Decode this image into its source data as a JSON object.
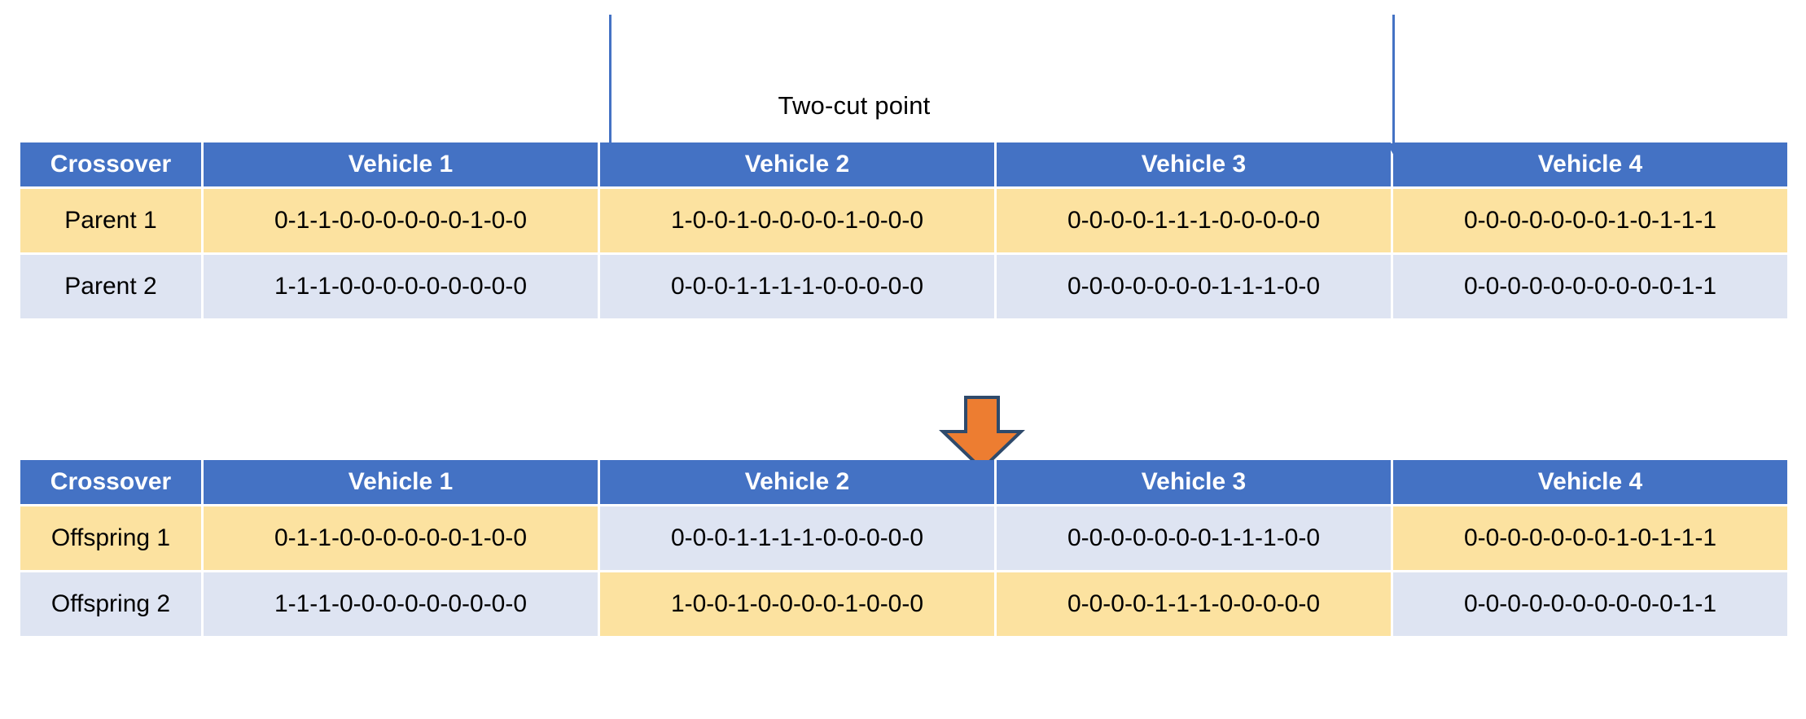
{
  "annotation": {
    "cut_label": "Two-cut point",
    "arrow_count": 2,
    "arrow_color": "#4472C4",
    "transition_arrow": "down-arrow",
    "transition_arrow_color": "#ED7D31"
  },
  "colors": {
    "header_blue": "#4472C4",
    "parent1_yellow": "#FCE2A0",
    "parent2_blue": "#DEE4F2",
    "orange": "#ED7D31",
    "white": "#FFFFFF"
  },
  "parents_table": {
    "name": "parents",
    "headers": [
      "Crossover",
      "Vehicle 1",
      "Vehicle 2",
      "Vehicle 3",
      "Vehicle 4"
    ],
    "rows": [
      {
        "label": "Parent 1",
        "label_fill": "yellow",
        "cells": [
          {
            "value": "0-1-1-0-0-0-0-0-0-1-0-0",
            "fill": "yellow"
          },
          {
            "value": "1-0-0-1-0-0-0-0-1-0-0-0",
            "fill": "yellow"
          },
          {
            "value": "0-0-0-0-1-1-1-0-0-0-0-0",
            "fill": "yellow"
          },
          {
            "value": "0-0-0-0-0-0-0-1-0-1-1-1",
            "fill": "yellow"
          }
        ]
      },
      {
        "label": "Parent 2",
        "label_fill": "blue",
        "cells": [
          {
            "value": "1-1-1-0-0-0-0-0-0-0-0-0",
            "fill": "blue"
          },
          {
            "value": "0-0-0-1-1-1-1-0-0-0-0-0",
            "fill": "blue"
          },
          {
            "value": "0-0-0-0-0-0-0-1-1-1-0-0",
            "fill": "blue"
          },
          {
            "value": "0-0-0-0-0-0-0-0-0-0-1-1",
            "fill": "blue"
          }
        ]
      }
    ]
  },
  "offspring_table": {
    "name": "offspring",
    "headers": [
      "Crossover",
      "Vehicle 1",
      "Vehicle 2",
      "Vehicle 3",
      "Vehicle 4"
    ],
    "rows": [
      {
        "label": "Offspring 1",
        "label_fill": "yellow",
        "cells": [
          {
            "value": "0-1-1-0-0-0-0-0-0-1-0-0",
            "fill": "yellow"
          },
          {
            "value": "0-0-0-1-1-1-1-0-0-0-0-0",
            "fill": "blue"
          },
          {
            "value": "0-0-0-0-0-0-0-1-1-1-0-0",
            "fill": "blue"
          },
          {
            "value": "0-0-0-0-0-0-0-1-0-1-1-1",
            "fill": "yellow"
          }
        ]
      },
      {
        "label": "Offspring 2",
        "label_fill": "blue",
        "cells": [
          {
            "value": "1-1-1-0-0-0-0-0-0-0-0-0",
            "fill": "blue"
          },
          {
            "value": "1-0-0-1-0-0-0-0-1-0-0-0",
            "fill": "yellow"
          },
          {
            "value": "0-0-0-0-1-1-1-0-0-0-0-0",
            "fill": "yellow"
          },
          {
            "value": "0-0-0-0-0-0-0-0-0-0-1-1",
            "fill": "blue"
          }
        ]
      }
    ]
  }
}
